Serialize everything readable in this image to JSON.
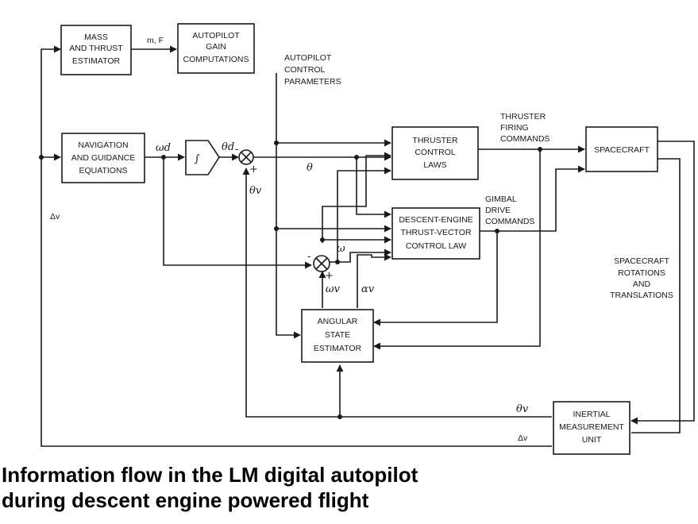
{
  "blocks": {
    "mass_thrust": [
      "MASS",
      "AND THRUST",
      "ESTIMATOR"
    ],
    "autopilot_gain": [
      "AUTOPILOT",
      "GAIN",
      "COMPUTATIONS"
    ],
    "navigation": [
      "NAVIGATION",
      "AND GUIDANCE",
      "EQUATIONS"
    ],
    "thruster_laws": [
      "THRUSTER",
      "CONTROL",
      "LAWS"
    ],
    "descent_engine": [
      "DESCENT-ENGINE",
      "THRUST-VECTOR",
      "CONTROL LAW"
    ],
    "spacecraft": [
      "SPACECRAFT"
    ],
    "angular_estimator": [
      "ANGULAR",
      "STATE",
      "ESTIMATOR"
    ],
    "imu": [
      "INERTIAL",
      "MEASUREMENT",
      "UNIT"
    ]
  },
  "labels": {
    "mF": "m, F",
    "autopilot_params": [
      "AUTOPILOT",
      "CONTROL",
      "PARAMETERS"
    ],
    "thruster_cmds": [
      "THRUSTER",
      "FIRING",
      "COMMANDS"
    ],
    "gimbal_cmds": [
      "GIMBAL",
      "DRIVE",
      "COMMANDS"
    ],
    "sc_motion": [
      "SPACECRAFT",
      "ROTATIONS",
      "AND",
      "TRANSLATIONS"
    ],
    "delta_v_left": "Δv",
    "delta_v_bottom": "Δv",
    "omega_d": "ωd",
    "theta_d": "θd",
    "theta_v_sum": "θv",
    "theta": "θ",
    "omega": "ω",
    "omega_v": "ωv",
    "alpha_v": "αv",
    "theta_v_bottom": "θv",
    "integrator": "∫",
    "minus1": "-",
    "plus1": "+",
    "minus2": "-",
    "plus2": "+"
  },
  "caption": [
    "Information flow in the LM digital autopilot",
    "during descent engine powered flight"
  ]
}
